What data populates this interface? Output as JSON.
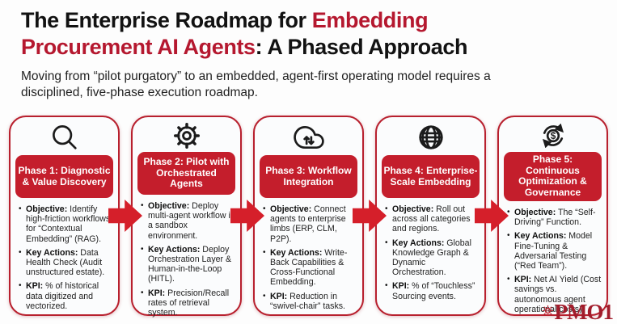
{
  "colors": {
    "accent_red": "#b5182f",
    "band_red": "#c41e2c",
    "arrow_red": "#d51f2a",
    "card_border_red": "#b8202e",
    "title_black": "#121212",
    "body_text": "#222222",
    "logo_red": "#a21c2b"
  },
  "header": {
    "title_line1_black": "The Enterprise Roadmap for ",
    "title_line1_red": "Embedding",
    "title_line2_red": "Procurement AI Agents",
    "title_line2_black": ": A Phased Approach",
    "subtitle": "Moving from “pilot purgatory” to an embedded, agent-first operating model requires a disciplined, five-phase execution roadmap."
  },
  "phases": [
    {
      "icon": "search-icon",
      "title": "Phase 1: Diagnostic & Value Discovery",
      "bullets": [
        {
          "lead": "Objective:",
          "text": " Identify high-friction workflows for “Contextual Embedding” (RAG)."
        },
        {
          "lead": "Key Actions:",
          "text": " Data Health Check (Audit unstructured estate)."
        },
        {
          "lead": "KPI:",
          "text": " % of historical data digitized and vectorized."
        }
      ]
    },
    {
      "icon": "gear-icon",
      "title": "Phase 2: Pilot with Orchestrated Agents",
      "bullets": [
        {
          "lead": "Objective:",
          "text": " Deploy multi-agent workflow in a sandbox environment."
        },
        {
          "lead": "Key Actions:",
          "text": " Deploy Orchestration Layer & Human-in-the-Loop (HITL)."
        },
        {
          "lead": "KPI:",
          "text": " Precision/Recall rates of retrieval system."
        }
      ]
    },
    {
      "icon": "cloud-sync-icon",
      "title": "Phase 3: Workflow Integration",
      "bullets": [
        {
          "lead": "Objective:",
          "text": " Connect agents to enterprise limbs (ERP, CLM, P2P)."
        },
        {
          "lead": "Key Actions:",
          "text": " Write-Back Capabilities & Cross-Functional Embedding."
        },
        {
          "lead": "KPI:",
          "text": " Reduction in “swivel-chair” tasks."
        }
      ]
    },
    {
      "icon": "globe-icon",
      "title": "Phase 4: Enterprise-Scale Embedding",
      "bullets": [
        {
          "lead": "Objective:",
          "text": " Roll out across all categories and regions."
        },
        {
          "lead": "Key Actions:",
          "text": " Global Knowledge Graph & Dynamic Orchestration."
        },
        {
          "lead": "KPI:",
          "text": " % of “Touchless” Sourcing events."
        }
      ]
    },
    {
      "icon": "dollar-refresh-icon",
      "title": "Phase 5: Continuous Optimization & Governance",
      "bullets": [
        {
          "lead": "Objective:",
          "text": " The “Self-Driving” Function."
        },
        {
          "lead": "Key Actions:",
          "text": " Model Fine-Tuning & Adversarial Testing (“Red Team”)."
        },
        {
          "lead": "KPI:",
          "text": " Net AI Yield (Cost savings vs. autonomous agent operational costs)."
        }
      ]
    }
  ],
  "logo": {
    "emblem_icon": "sun-badge-icon",
    "text": "PMO1"
  }
}
